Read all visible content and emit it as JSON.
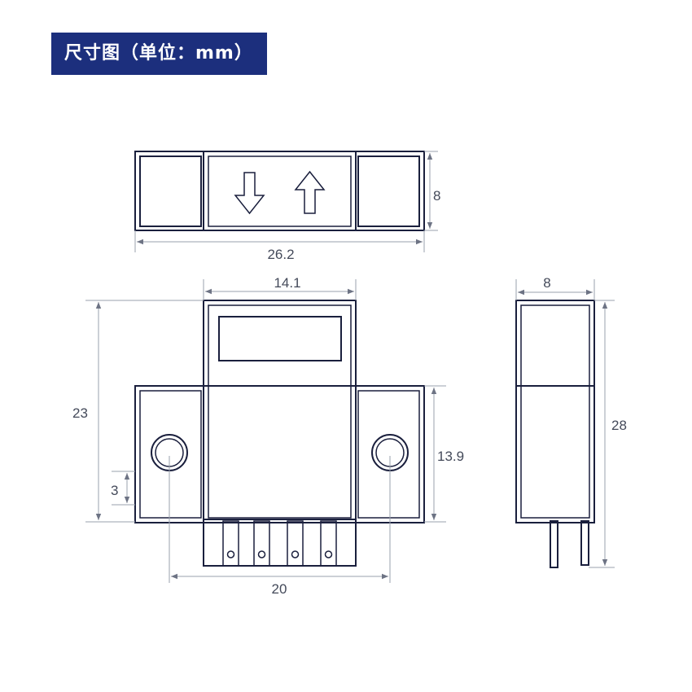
{
  "title": "尺寸图（单位：mm）",
  "colors": {
    "banner": "#1c2f7d",
    "banner_text": "#ffffff",
    "outline": "#1a1f3d",
    "dimension_line": "#9aa0ad",
    "dimension_text": "#444a5a"
  },
  "icons": [
    "arrow-down-icon",
    "arrow-up-icon"
  ],
  "dimensions": {
    "top_height": "8",
    "top_width": "26.2",
    "center_width": "14.1",
    "total_height": "23",
    "flange_height": "13.9",
    "hole_offset": "3",
    "hole_spacing": "20",
    "side_width": "8",
    "side_height": "28"
  }
}
